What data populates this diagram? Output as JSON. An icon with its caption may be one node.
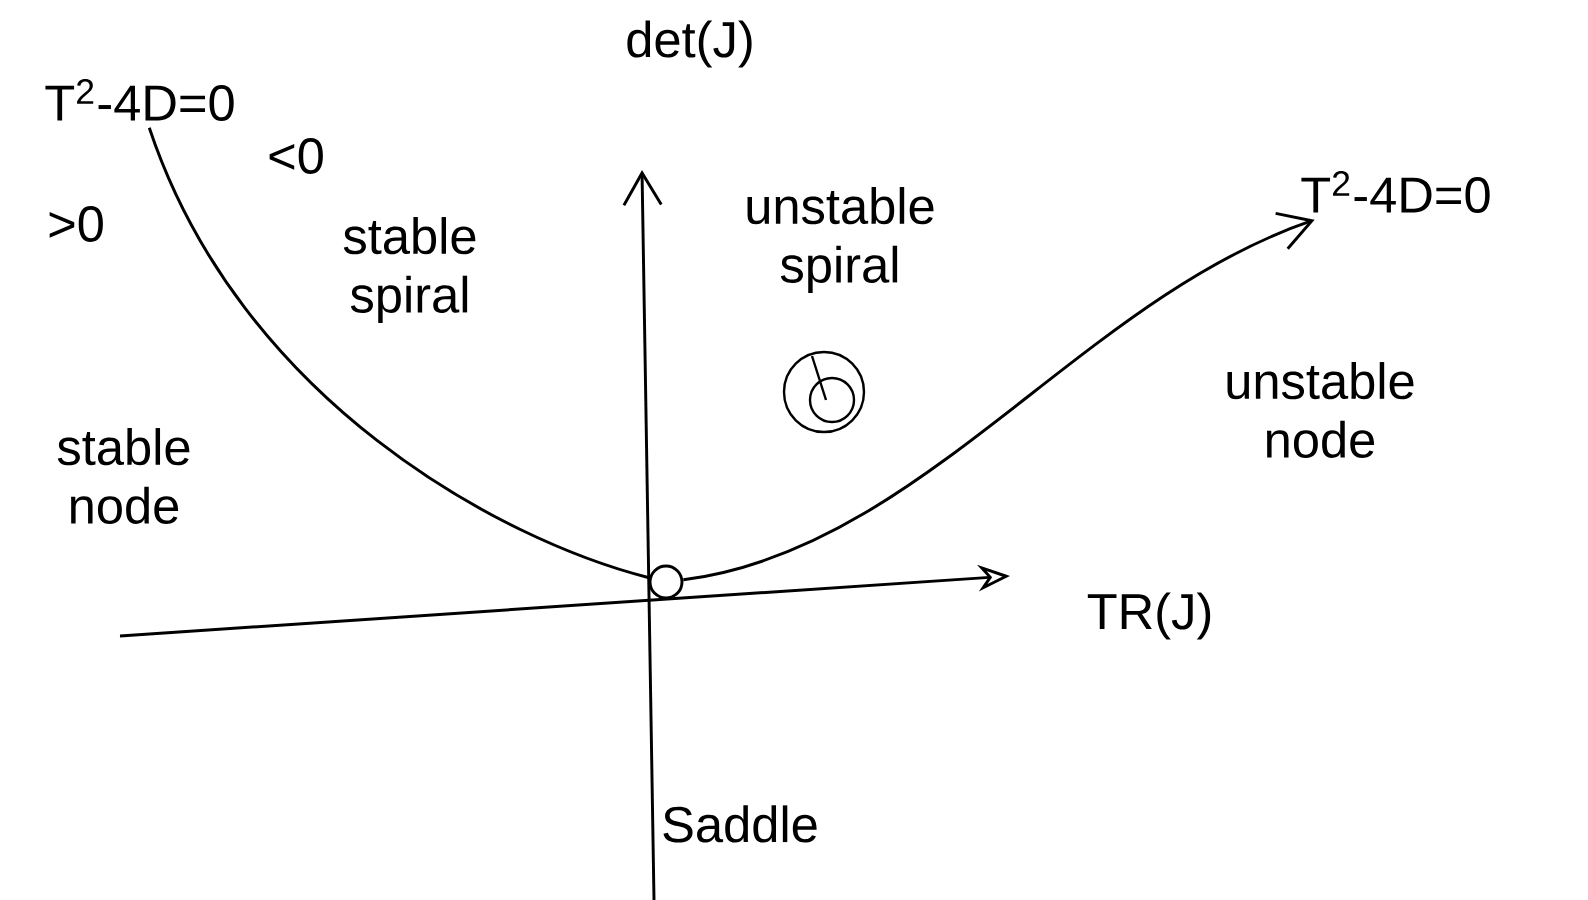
{
  "diagram": {
    "nodes": [
      {
        "text": [
          "T$^{2}$-4D=0"
        ]
      },
      {
        "text": [],
        "shape": "circle"
      },
      {
        "text": [
          "T$^{2}$-4D=0"
        ]
      }
    ],
    "edges": [
      {
        "from": 1,
        "to": 0,
        "arrow": "none"
      },
      {
        "from": 1,
        "to": 2,
        "arrow": "to"
      }
    ],
    "labels": [
      "<0",
      ">0",
      "det(J)",
      "stable spiral",
      "unstable spiral",
      "stable node",
      "unstable node",
      "TR(J)",
      "Saddle"
    ]
  }
}
